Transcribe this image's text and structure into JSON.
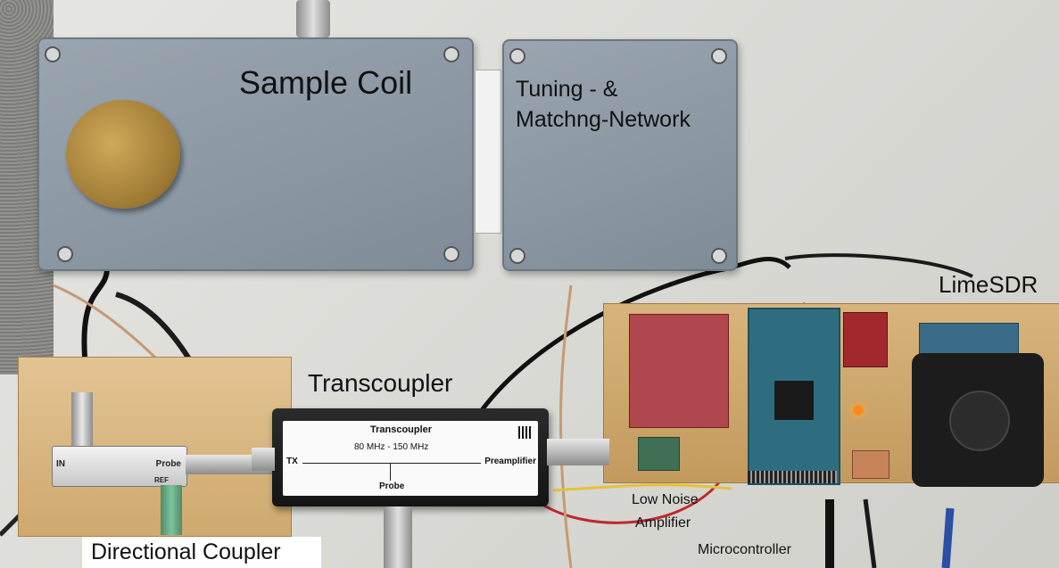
{
  "labels": {
    "sample_coil": "Sample Coil",
    "tuning_line1": "Tuning - &",
    "tuning_line2": "Matchng-Network",
    "limesdr": "LimeSDR",
    "transcoupler": "Transcoupler",
    "low_noise_line1": "Low Noise",
    "low_noise_line2": "Amplifier",
    "microcontroller": "Microcontroller",
    "directional_coupler": "Directional Coupler"
  },
  "transcoupler_box": {
    "title": "Transcoupler",
    "range": "80 MHz - 150 MHz",
    "tx": "TX",
    "preamplifier": "Preamplifier",
    "probe": "Probe"
  },
  "coupler_box": {
    "in": "IN",
    "probe": "Probe",
    "ref": "REF"
  },
  "colors": {
    "enclosure": "#8e9aa6",
    "wood": "#d9b884",
    "bench": "#dcdcd8",
    "brass": "#b08a3e",
    "pcb_green": "#3f6f55",
    "cable_red": "#c0282b"
  }
}
